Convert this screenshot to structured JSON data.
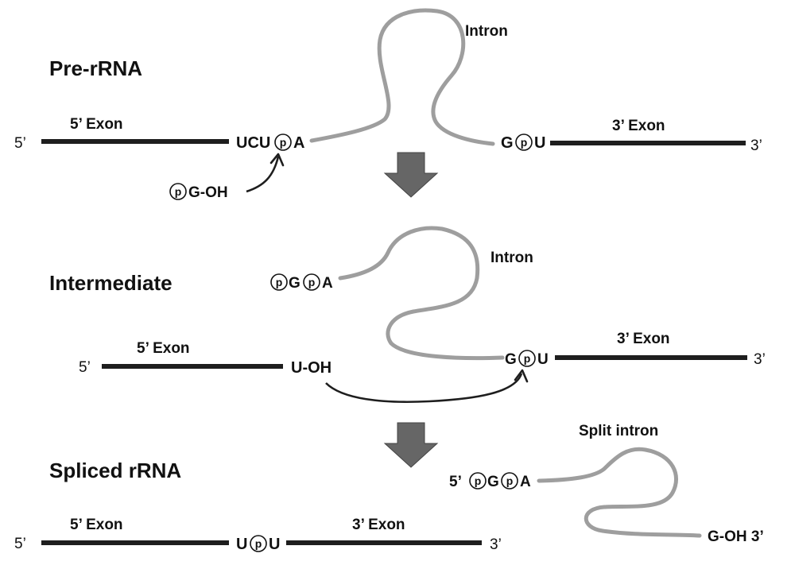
{
  "stages": {
    "pre": {
      "title": "Pre-rRNA",
      "five_prime_end": "5’",
      "three_prime_end": "3’",
      "exon5_label": "5’ Exon",
      "exon3_label": "3’ Exon",
      "intron_label": "Intron",
      "junction5_prefix": "UCU",
      "junction5_suffix": "A",
      "junction3_prefix": "G",
      "junction3_suffix": "U",
      "guanosine_suffix": "G-OH"
    },
    "intermediate": {
      "title": "Intermediate",
      "five_prime_end": "5’",
      "three_prime_end": "3’",
      "exon5_label": "5’ Exon",
      "exon3_label": "3’ Exon",
      "intron_label": "Intron",
      "intron_5_g": "G",
      "intron_5_a": "A",
      "exon5_end": "U-OH",
      "junction3_prefix": "G",
      "junction3_suffix": "U"
    },
    "spliced": {
      "title": "Spliced rRNA",
      "five_prime_end": "5’",
      "three_prime_end": "3’",
      "exon5_label": "5’ Exon",
      "exon3_label": "3’ Exon",
      "junction_prefix": "U",
      "junction_suffix": "U",
      "split_intron_label": "Split intron",
      "split_intron_5": "5’",
      "split_intron_g": "G",
      "split_intron_a": "A",
      "split_intron_3": "G-OH 3’"
    }
  },
  "phosphate_symbol": "p",
  "colors": {
    "exon": "#1e1e1e",
    "intron": "#9e9e9e",
    "arrow": "#666666"
  }
}
